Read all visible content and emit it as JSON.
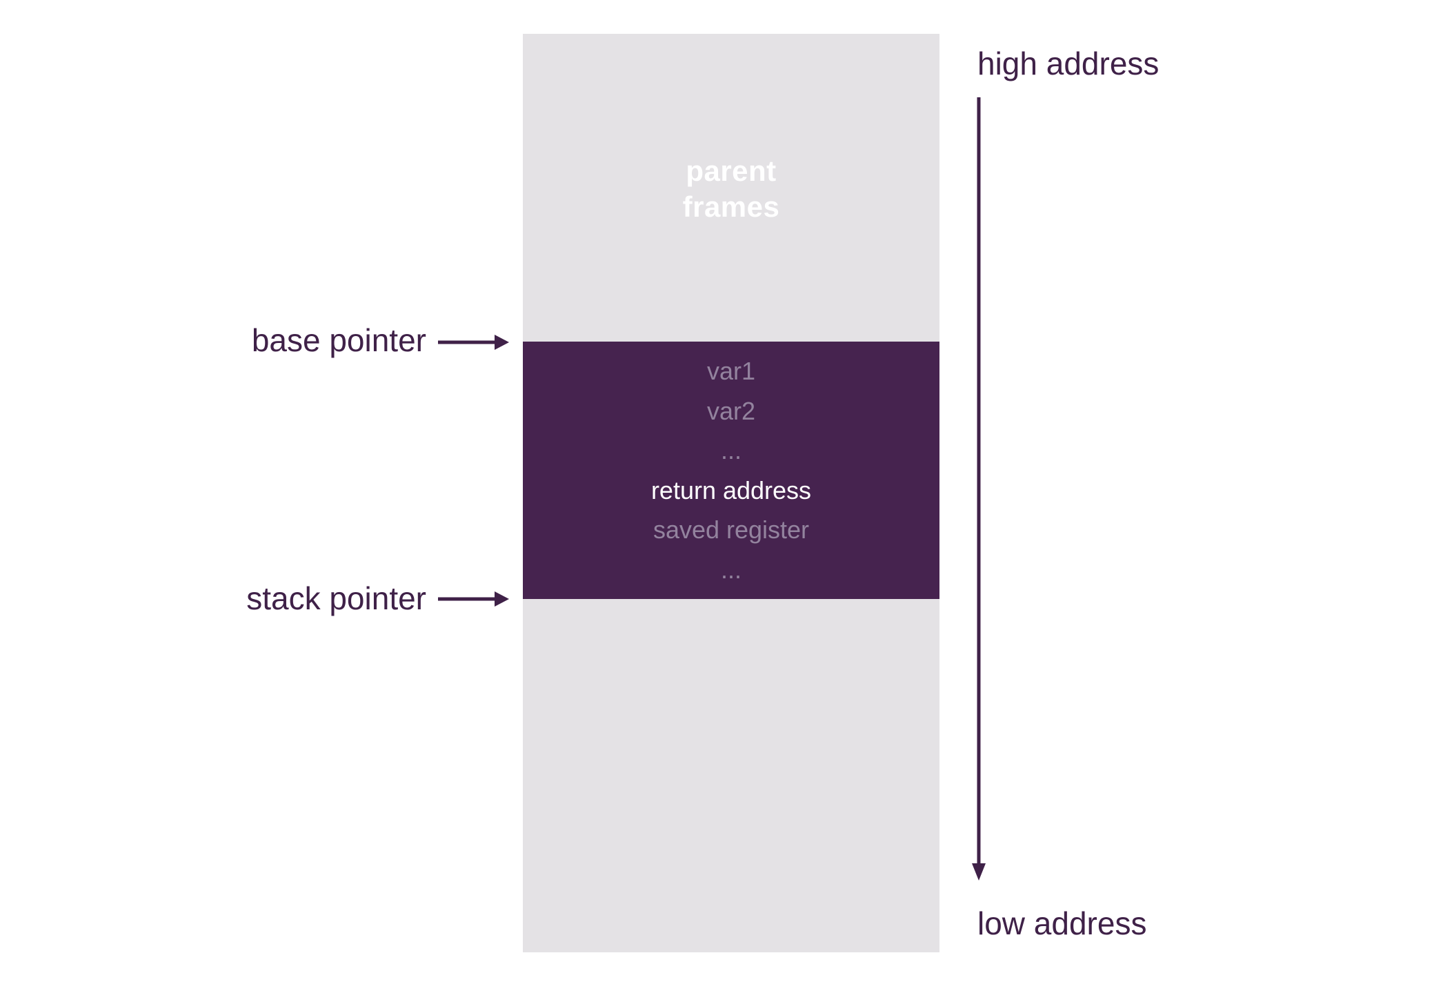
{
  "colors": {
    "background": "#ffffff",
    "column_bg": "#e4e2e5",
    "frame_bg": "#46234f",
    "label_text": "#3f2148",
    "arrow": "#3f2148",
    "muted_text": "#93839e",
    "bright_text": "#ffffff"
  },
  "stack": {
    "parent_region": {
      "line1": "parent",
      "line2": "frames"
    },
    "frame": {
      "rows": [
        {
          "label": "var1",
          "tone": "muted"
        },
        {
          "label": "var2",
          "tone": "muted"
        },
        {
          "label": "...",
          "tone": "muted"
        },
        {
          "label": "return address",
          "tone": "bright"
        },
        {
          "label": "saved register",
          "tone": "muted"
        },
        {
          "label": "...",
          "tone": "muted"
        }
      ]
    }
  },
  "pointers": {
    "base_label": "base pointer",
    "stack_label": "stack pointer"
  },
  "addresses": {
    "high_label": "high address",
    "low_label": "low address"
  },
  "icons": {
    "pointer_arrow": "right-arrow",
    "address_direction_arrow": "down-arrow"
  }
}
